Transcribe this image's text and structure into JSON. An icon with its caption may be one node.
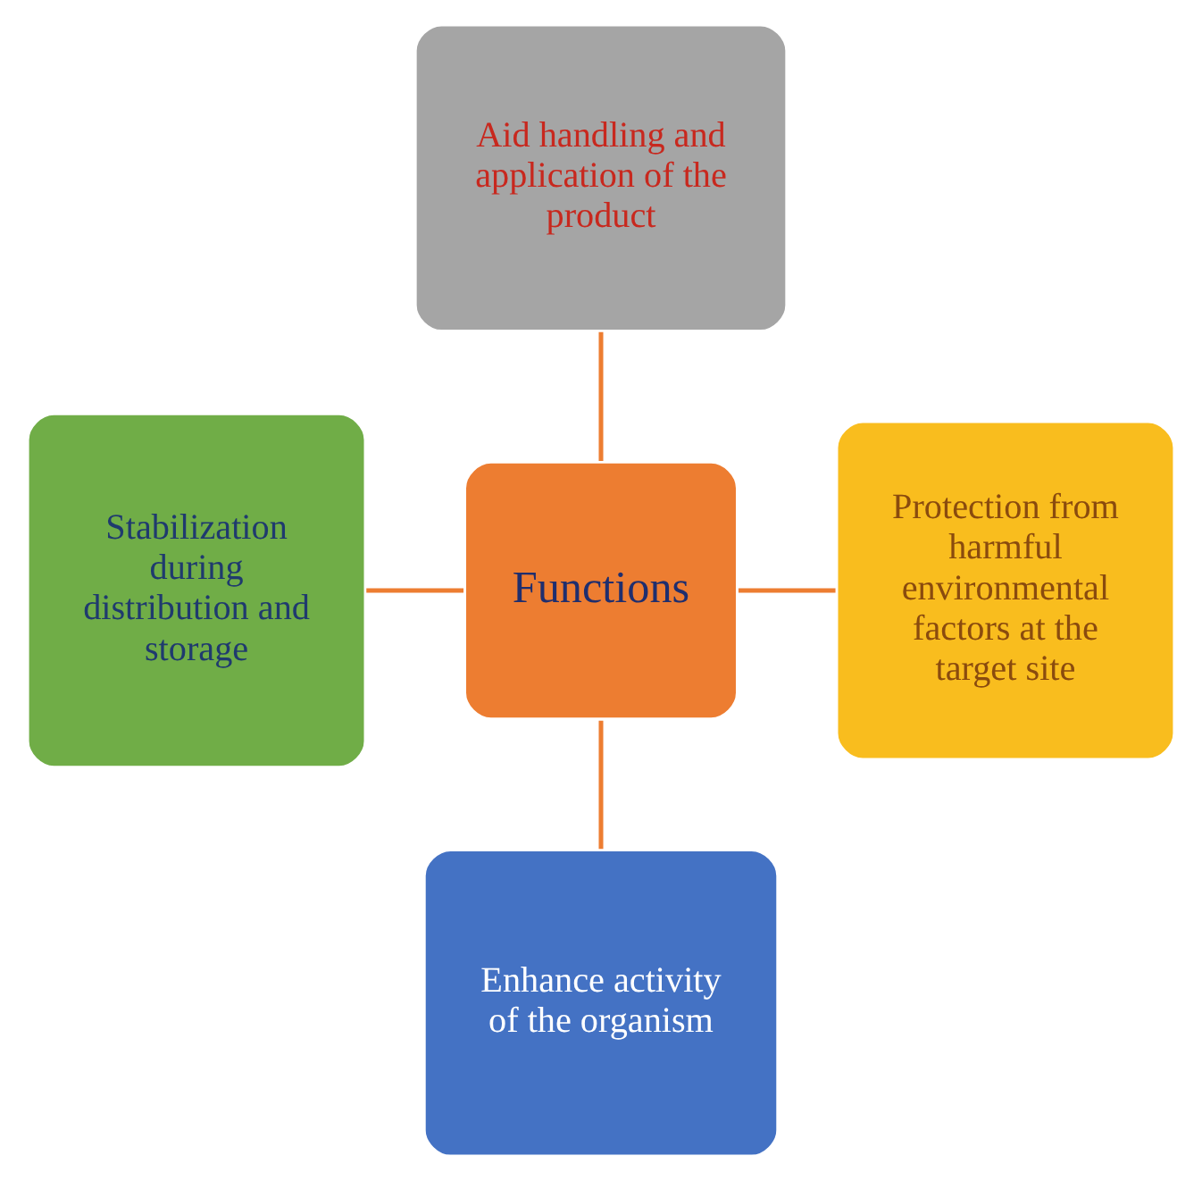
{
  "diagram": {
    "nodes": [
      {
        "text": [
          "Functions"
        ]
      },
      {
        "text": [
          "Aid handling and application of the product"
        ]
      },
      {
        "text": [
          "Stabilization during distribution and storage"
        ]
      },
      {
        "text": [
          "Protection from harmful environmental factors at the target site"
        ]
      },
      {
        "text": [
          "Enhance activity of the organism"
        ]
      }
    ],
    "edges": [
      {
        "from": 0,
        "to": 1,
        "arrow": "none"
      },
      {
        "from": 0,
        "to": 2,
        "arrow": "none"
      },
      {
        "from": 0,
        "to": 3,
        "arrow": "none"
      },
      {
        "from": 0,
        "to": 4,
        "arrow": "none"
      }
    ]
  }
}
